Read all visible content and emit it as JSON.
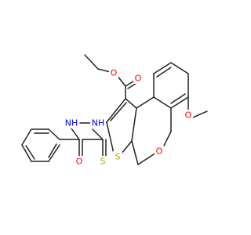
{
  "molecule": {
    "labels": {
      "ester_carbonyl_o": "O",
      "ester_ether_o": "O",
      "methoxy_o": "O",
      "ring_o": "O",
      "thiophene_s": "S",
      "amide_nh": "NH",
      "thiourea_nh": "NH",
      "thione_s": "S",
      "benzoyl_o": "O"
    },
    "colors": {
      "bond": "#222222",
      "oxygen": "#ff0000",
      "nitrogen": "#0000ff",
      "sulfur": "#b8a000"
    }
  }
}
